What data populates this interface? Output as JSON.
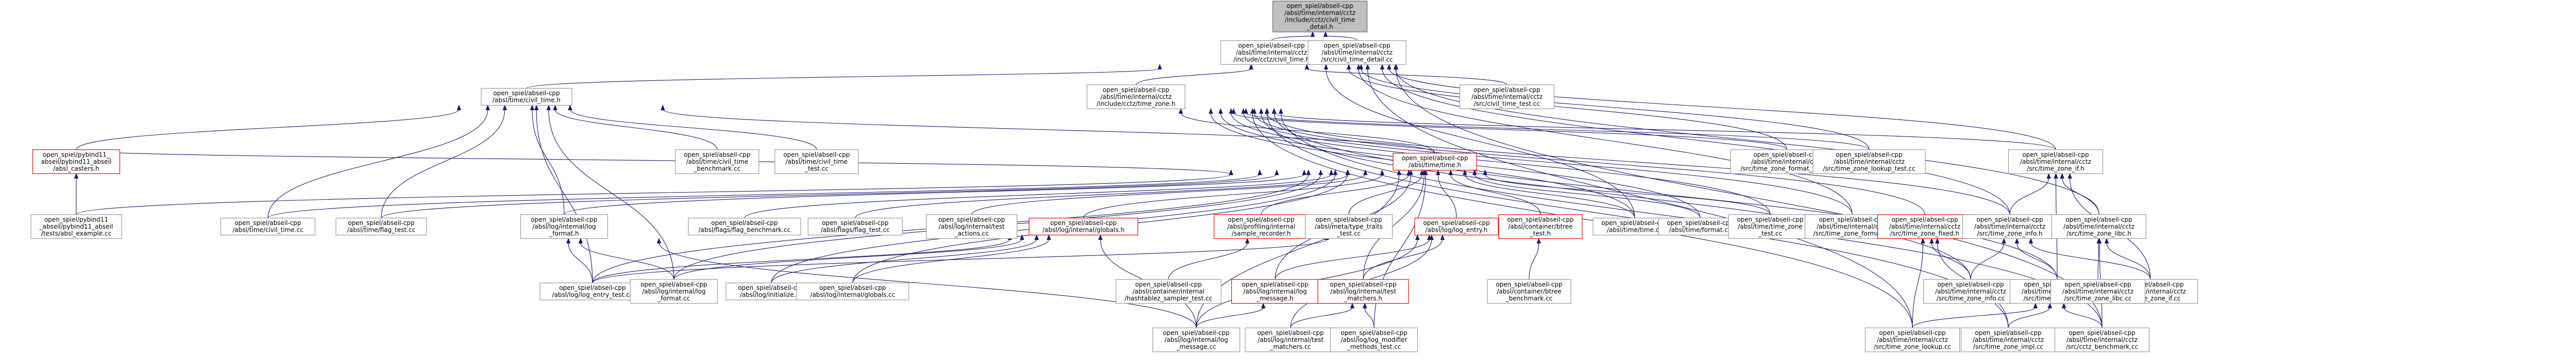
{
  "graph": {
    "title": "",
    "nodes": [
      {
        "id": "root",
        "lines": [
          "open_spiel/abseil-cpp",
          "/absl/time/internal/cctz",
          "/include/cctz/civil_time",
          "_detail.h"
        ],
        "style": "root"
      },
      {
        "id": "ct_h",
        "lines": [
          "open_spiel/abseil-cpp",
          "/absl/time/internal/cctz",
          "/include/cctz/civil_time.h"
        ]
      },
      {
        "id": "ctdetail_cc",
        "lines": [
          "open_spiel/abseil-cpp",
          "/absl/time/internal/cctz",
          "/src/civil_time_detail.cc"
        ]
      },
      {
        "id": "civil_time_h",
        "lines": [
          "open_spiel/abseil-cpp",
          "/absl/time/civil_time.h"
        ]
      },
      {
        "id": "tz_h",
        "lines": [
          "open_spiel/abseil-cpp",
          "/absl/time/internal/cctz",
          "/include/cctz/time_zone.h"
        ]
      },
      {
        "id": "cctz_ct_test",
        "lines": [
          "open_spiel/abseil-cpp",
          "/absl/time/internal/cctz",
          "/src/civil_time_test.cc"
        ]
      },
      {
        "id": "pybind_casters",
        "lines": [
          "open_spiel/pybind11_",
          "abseil/pybind11_abseil",
          "/absl_casters.h"
        ],
        "style": "red"
      },
      {
        "id": "ct_bench",
        "lines": [
          "open_spiel/abseil-cpp",
          "/absl/time/civil_time",
          "_benchmark.cc"
        ]
      },
      {
        "id": "ct_test",
        "lines": [
          "open_spiel/abseil-cpp",
          "/absl/time/civil_time",
          "_test.cc"
        ]
      },
      {
        "id": "time_h",
        "lines": [
          "open_spiel/abseil-cpp",
          "/absl/time/time.h"
        ],
        "style": "red"
      },
      {
        "id": "tz_format_test",
        "lines": [
          "open_spiel/abseil-cpp",
          "/absl/time/internal/cctz",
          "/src/time_zone_format_test.cc"
        ]
      },
      {
        "id": "tz_lookup_test",
        "lines": [
          "open_spiel/abseil-cpp",
          "/absl/time/internal/cctz",
          "/src/time_zone_lookup_test.cc"
        ]
      },
      {
        "id": "tz_if_h",
        "lines": [
          "open_spiel/abseil-cpp",
          "/absl/time/internal/cctz",
          "/src/time_zone_if.h"
        ]
      },
      {
        "id": "pybind_example",
        "lines": [
          "open_spiel/pybind11",
          "_abseil/pybind11_abseil",
          "/tests/absl_example.cc"
        ]
      },
      {
        "id": "civil_time_cc",
        "lines": [
          "open_spiel/abseil-cpp",
          "/absl/time/civil_time.cc"
        ]
      },
      {
        "id": "flag_test",
        "lines": [
          "open_spiel/abseil-cpp",
          "/absl/time/flag_test.cc"
        ]
      },
      {
        "id": "log_format_h",
        "lines": [
          "open_spiel/abseil-cpp",
          "/absl/log/internal/log",
          "_format.h"
        ]
      },
      {
        "id": "flags_bench",
        "lines": [
          "open_spiel/abseil-cpp",
          "/absl/flags/flag_benchmark.cc"
        ]
      },
      {
        "id": "flags_flag_test",
        "lines": [
          "open_spiel/abseil-cpp",
          "/absl/flags/flag_test.cc"
        ]
      },
      {
        "id": "test_actions",
        "lines": [
          "open_spiel/abseil-cpp",
          "/absl/log/internal/test",
          "_actions.cc"
        ]
      },
      {
        "id": "globals_h",
        "lines": [
          "open_spiel/abseil-cpp",
          "/absl/log/internal/globals.h"
        ],
        "style": "red"
      },
      {
        "id": "sample_recorder",
        "lines": [
          "open_spiel/abseil-cpp",
          "/absl/profiling/internal",
          "/sample_recorder.h"
        ],
        "style": "red"
      },
      {
        "id": "type_traits_test",
        "lines": [
          "open_spiel/abseil-cpp",
          "/absl/meta/type_traits",
          "_test.cc"
        ]
      },
      {
        "id": "log_entry_h",
        "lines": [
          "open_spiel/abseil-cpp",
          "/absl/log/log_entry.h"
        ],
        "style": "red"
      },
      {
        "id": "btree_test",
        "lines": [
          "open_spiel/abseil-cpp",
          "/absl/container/btree",
          "_test.h"
        ],
        "style": "red"
      },
      {
        "id": "time_cc",
        "lines": [
          "open_spiel/abseil-cpp",
          "/absl/time/time.cc"
        ]
      },
      {
        "id": "format_cc",
        "lines": [
          "open_spiel/abseil-cpp",
          "/absl/time/format.cc"
        ]
      },
      {
        "id": "tz_test",
        "lines": [
          "open_spiel/abseil-cpp",
          "/absl/time/time_zone",
          "_test.cc"
        ]
      },
      {
        "id": "tz_format_cc",
        "lines": [
          "open_spiel/abseil-cpp",
          "/absl/time/internal/cctz",
          "/src/time_zone_format.cc"
        ]
      },
      {
        "id": "tz_fixed_h",
        "lines": [
          "open_spiel/abseil-cpp",
          "/absl/time/internal/cctz",
          "/src/time_zone_fixed.h"
        ],
        "style": "red"
      },
      {
        "id": "tz_info_h",
        "lines": [
          "open_spiel/abseil-cpp",
          "/absl/time/internal/cctz",
          "/src/time_zone_info.h"
        ]
      },
      {
        "id": "tz_libc_h",
        "lines": [
          "open_spiel/abseil-cpp",
          "/absl/time/internal/cctz",
          "/src/time_zone_libc.h"
        ]
      },
      {
        "id": "log_entry_test",
        "lines": [
          "open_spiel/abseil-cpp",
          "/absl/log/log_entry_test.cc"
        ]
      },
      {
        "id": "log_format_cc",
        "lines": [
          "open_spiel/abseil-cpp",
          "/absl/log/internal/log",
          "_format.cc"
        ]
      },
      {
        "id": "log_initialize",
        "lines": [
          "open_spiel/abseil-cpp",
          "/absl/log/initialize.cc"
        ]
      },
      {
        "id": "log_globals_cc",
        "lines": [
          "open_spiel/abseil-cpp",
          "/absl/log/internal/globals.cc"
        ]
      },
      {
        "id": "hashtablez_test",
        "lines": [
          "open_spiel/abseil-cpp",
          "/absl/container/internal",
          "/hashtablez_sampler_test.cc"
        ]
      },
      {
        "id": "log_message_h",
        "lines": [
          "open_spiel/abseil-cpp",
          "/absl/log/internal/log",
          "_message.h"
        ],
        "style": "red"
      },
      {
        "id": "test_matchers_h",
        "lines": [
          "open_spiel/abseil-cpp",
          "/absl/log/internal/test",
          "_matchers.h"
        ],
        "style": "red"
      },
      {
        "id": "btree_bench",
        "lines": [
          "open_spiel/abseil-cpp",
          "/absl/container/btree",
          "_benchmark.cc"
        ]
      },
      {
        "id": "tz_info_cc",
        "lines": [
          "open_spiel/abseil-cpp",
          "/absl/time/internal/cctz",
          "/src/time_zone_info.cc"
        ]
      },
      {
        "id": "tz_impl_h",
        "lines": [
          "open_spiel/abseil-cpp",
          "/absl/time/internal/cctz",
          "/src/time_zone_impl.h"
        ]
      },
      {
        "id": "tz_if_cc",
        "lines": [
          "open_spiel/abseil-cpp",
          "/absl/time/internal/cctz",
          "/src/time_zone_if.cc"
        ]
      },
      {
        "id": "tz_libc_cc",
        "lines": [
          "open_spiel/abseil-cpp",
          "/absl/time/internal/cctz",
          "/src/time_zone_libc.cc"
        ]
      },
      {
        "id": "log_message_cc",
        "lines": [
          "open_spiel/abseil-cpp",
          "/absl/log/internal/log",
          "_message.cc"
        ]
      },
      {
        "id": "test_matchers_cc",
        "lines": [
          "open_spiel/abseil-cpp",
          "/absl/log/internal/test",
          "_matchers.cc"
        ]
      },
      {
        "id": "log_modifier_test",
        "lines": [
          "open_spiel/abseil-cpp",
          "/absl/log/log_modifier",
          "_methods_test.cc"
        ]
      },
      {
        "id": "tz_lookup_cc",
        "lines": [
          "open_spiel/abseil-cpp",
          "/absl/time/internal/cctz",
          "/src/time_zone_lookup.cc"
        ]
      },
      {
        "id": "tz_impl_cc",
        "lines": [
          "open_spiel/abseil-cpp",
          "/absl/time/internal/cctz",
          "/src/time_zone_impl.cc"
        ]
      },
      {
        "id": "cctz_bench",
        "lines": [
          "open_spiel/abseil-cpp",
          "/absl/time/internal/cctz",
          "/src/cctz_benchmark.cc"
        ]
      }
    ],
    "edges": [
      [
        "ct_h",
        "root"
      ],
      [
        "ctdetail_cc",
        "root"
      ],
      [
        "civil_time_h",
        "ct_h"
      ],
      [
        "tz_h",
        "ct_h"
      ],
      [
        "cctz_ct_test",
        "ct_h"
      ],
      [
        "tz_format_test",
        "ct_h"
      ],
      [
        "tz_lookup_test",
        "ct_h"
      ],
      [
        "tz_if_h",
        "ct_h"
      ],
      [
        "time_cc",
        "ct_h"
      ],
      [
        "tz_format_cc",
        "ct_h"
      ],
      [
        "tz_info_h",
        "ct_h"
      ],
      [
        "tz_libc_h",
        "ct_h"
      ],
      [
        "tz_lookup_cc",
        "ct_h"
      ],
      [
        "cctz_bench",
        "ct_h"
      ],
      [
        "pybind_casters",
        "civil_time_h"
      ],
      [
        "ct_bench",
        "civil_time_h"
      ],
      [
        "ct_test",
        "civil_time_h"
      ],
      [
        "time_h",
        "civil_time_h"
      ],
      [
        "civil_time_cc",
        "civil_time_h"
      ],
      [
        "flag_test",
        "civil_time_h"
      ],
      [
        "log_format_h",
        "civil_time_h"
      ],
      [
        "log_entry_test",
        "civil_time_h"
      ],
      [
        "log_format_cc",
        "civil_time_h"
      ],
      [
        "pybind_example",
        "pybind_casters"
      ],
      [
        "time_h",
        "tz_h"
      ],
      [
        "tz_format_test",
        "tz_h"
      ],
      [
        "tz_lookup_test",
        "tz_h"
      ],
      [
        "tz_if_h",
        "tz_h"
      ],
      [
        "time_cc",
        "tz_h"
      ],
      [
        "format_cc",
        "tz_h"
      ],
      [
        "tz_test",
        "tz_h"
      ],
      [
        "tz_format_cc",
        "tz_h"
      ],
      [
        "tz_fixed_h",
        "tz_h"
      ],
      [
        "tz_info_h",
        "tz_h"
      ],
      [
        "tz_impl_h",
        "tz_h"
      ],
      [
        "tz_lookup_cc",
        "tz_h"
      ],
      [
        "cctz_bench",
        "tz_h"
      ],
      [
        "tz_info_cc",
        "tz_h"
      ],
      [
        "tz_impl_cc",
        "tz_h"
      ],
      [
        "pybind_casters",
        "time_h"
      ],
      [
        "civil_time_cc",
        "time_h"
      ],
      [
        "flag_test",
        "time_h"
      ],
      [
        "log_format_h",
        "time_h"
      ],
      [
        "flags_bench",
        "time_h"
      ],
      [
        "flags_flag_test",
        "time_h"
      ],
      [
        "test_actions",
        "time_h"
      ],
      [
        "globals_h",
        "time_h"
      ],
      [
        "sample_recorder",
        "time_h"
      ],
      [
        "type_traits_test",
        "time_h"
      ],
      [
        "log_entry_h",
        "time_h"
      ],
      [
        "btree_test",
        "time_h"
      ],
      [
        "time_cc",
        "time_h"
      ],
      [
        "format_cc",
        "time_h"
      ],
      [
        "tz_test",
        "time_h"
      ],
      [
        "log_entry_test",
        "time_h"
      ],
      [
        "log_format_cc",
        "time_h"
      ],
      [
        "log_initialize",
        "time_h"
      ],
      [
        "log_globals_cc",
        "time_h"
      ],
      [
        "log_message_h",
        "time_h"
      ],
      [
        "test_matchers_h",
        "time_h"
      ],
      [
        "log_modifier_test",
        "time_h"
      ],
      [
        "pybind_example",
        "time_h"
      ],
      [
        "log_message_cc",
        "time_h"
      ],
      [
        "log_entry_test",
        "log_format_h"
      ],
      [
        "log_format_cc",
        "log_format_h"
      ],
      [
        "log_message_cc",
        "log_format_h"
      ],
      [
        "log_entry_test",
        "globals_h"
      ],
      [
        "log_format_cc",
        "globals_h"
      ],
      [
        "log_initialize",
        "globals_h"
      ],
      [
        "log_globals_cc",
        "globals_h"
      ],
      [
        "log_message_cc",
        "globals_h"
      ],
      [
        "hashtablez_test",
        "sample_recorder"
      ],
      [
        "log_message_h",
        "log_entry_h"
      ],
      [
        "test_matchers_h",
        "log_entry_h"
      ],
      [
        "log_entry_test",
        "log_entry_h"
      ],
      [
        "log_message_cc",
        "log_entry_h"
      ],
      [
        "test_matchers_cc",
        "log_entry_h"
      ],
      [
        "btree_bench",
        "btree_test"
      ],
      [
        "log_message_cc",
        "log_message_h"
      ],
      [
        "test_matchers_cc",
        "test_matchers_h"
      ],
      [
        "log_modifier_test",
        "test_matchers_h"
      ],
      [
        "tz_info_h",
        "tz_if_h"
      ],
      [
        "tz_libc_h",
        "tz_if_h"
      ],
      [
        "tz_if_cc",
        "tz_if_h"
      ],
      [
        "tz_impl_h",
        "tz_if_h"
      ],
      [
        "tz_info_cc",
        "tz_fixed_h"
      ],
      [
        "tz_lookup_cc",
        "tz_fixed_h"
      ],
      [
        "tz_impl_cc",
        "tz_fixed_h"
      ],
      [
        "tz_info_cc",
        "tz_info_h"
      ],
      [
        "tz_impl_h",
        "tz_info_h"
      ],
      [
        "tz_if_cc",
        "tz_info_h"
      ],
      [
        "tz_libc_cc",
        "tz_libc_h"
      ],
      [
        "tz_if_cc",
        "tz_libc_h"
      ],
      [
        "cctz_bench",
        "tz_libc_h"
      ],
      [
        "tz_lookup_cc",
        "tz_impl_h"
      ],
      [
        "tz_impl_cc",
        "tz_impl_h"
      ],
      [
        "cctz_bench",
        "tz_impl_h"
      ]
    ]
  }
}
